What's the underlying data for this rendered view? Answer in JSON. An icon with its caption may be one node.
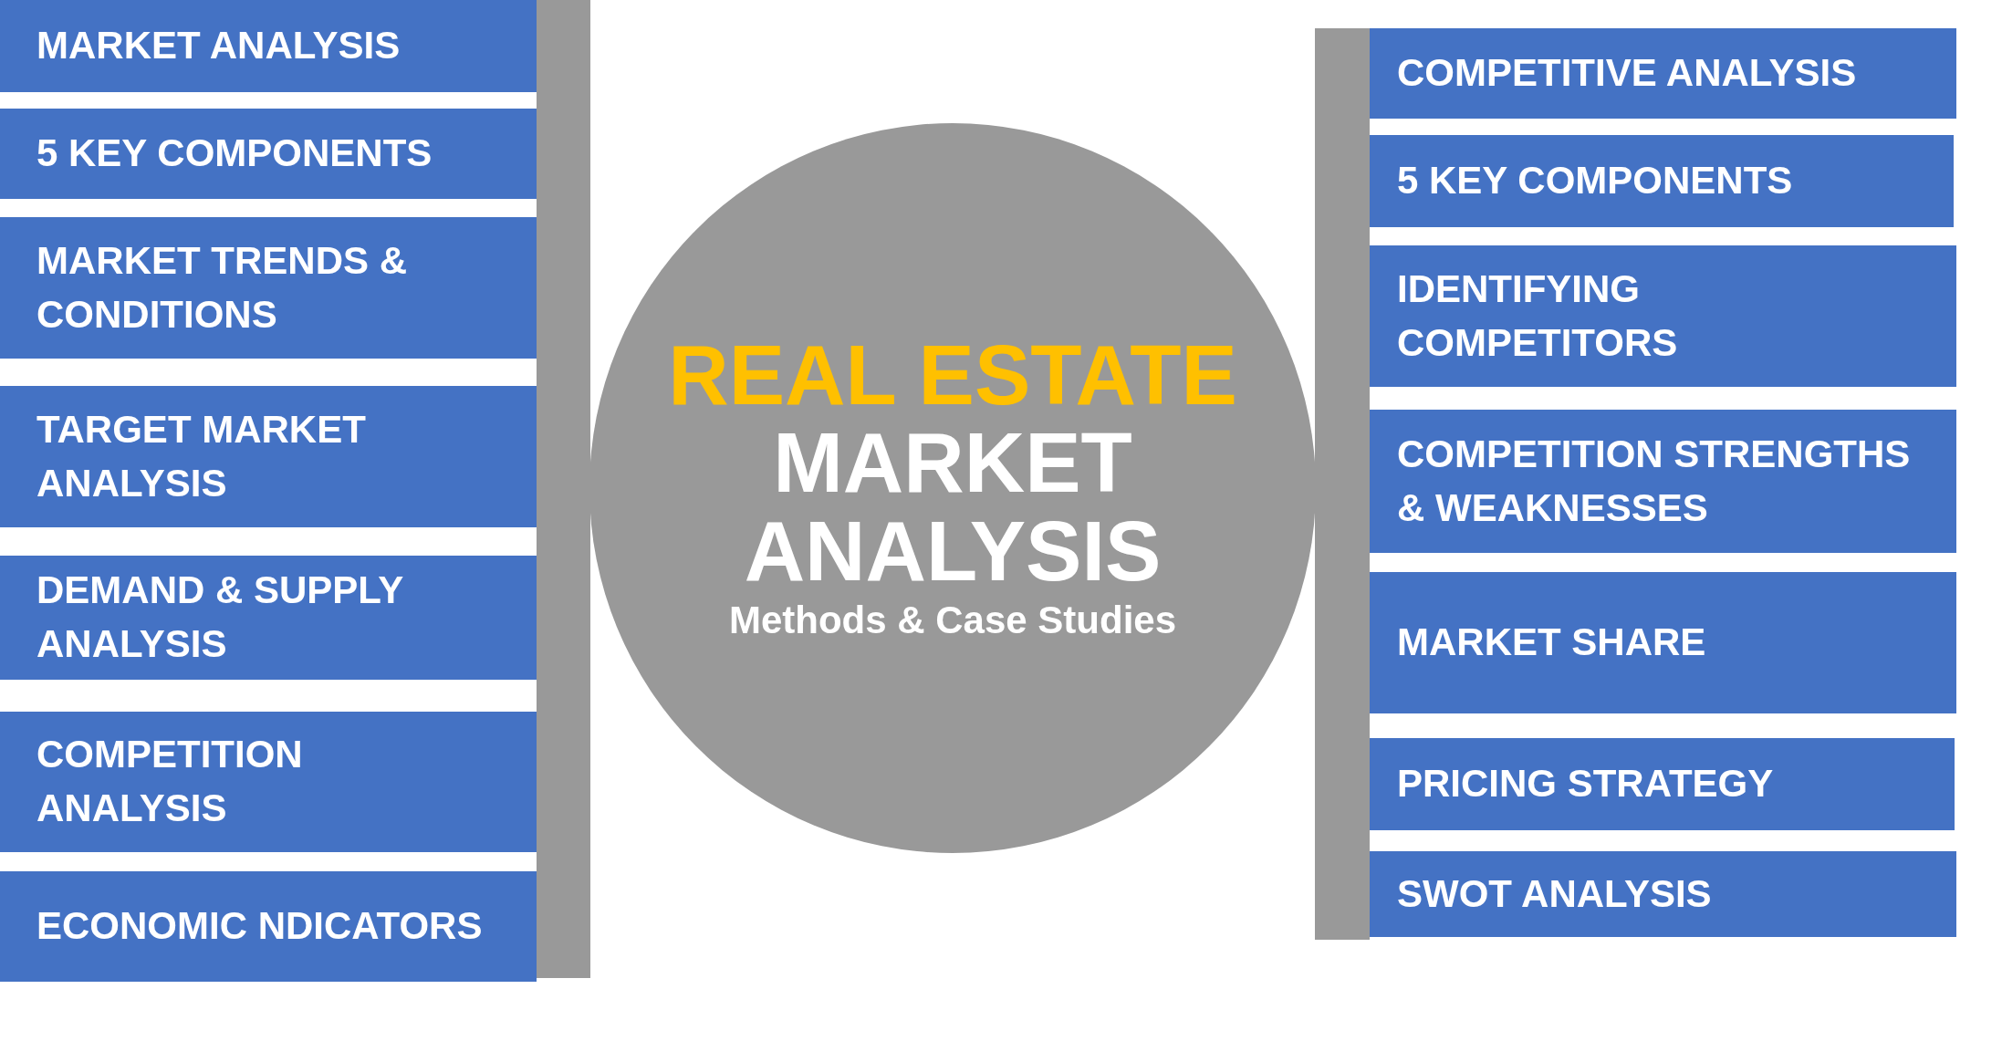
{
  "diagram": {
    "nodes": [
      {
        "text": [
          "MARKET ANALYSIS"
        ]
      },
      {
        "text": [
          "5 KEY COMPONENTS"
        ]
      },
      {
        "text": [
          "MARKET TRENDS & CONDITIONS"
        ]
      },
      {
        "text": [
          "TARGET MARKET ANALYSIS"
        ]
      },
      {
        "text": [
          "DEMAND & SUPPLY ANALYSIS"
        ]
      },
      {
        "text": [
          "COMPETITION ANALYSIS"
        ]
      },
      {
        "text": [
          "ECONOMIC NDICATORS"
        ]
      },
      {
        "text": [
          "REAL ESTATE",
          "MARKET ANALYSIS",
          "Methods & Case Studies"
        ]
      },
      {
        "text": [
          "COMPETITIVE ANALYSIS"
        ]
      },
      {
        "text": [
          "5 KEY COMPONENTS"
        ]
      },
      {
        "text": [
          "IDENTIFYING COMPETITORS"
        ]
      },
      {
        "text": [
          "COMPETITION STRENGTHS & WEAKNESSES"
        ]
      },
      {
        "text": [
          "MARKET SHARE"
        ]
      },
      {
        "text": [
          "PRICING STRATEGY"
        ]
      },
      {
        "text": [
          "SWOT ANALYSIS"
        ]
      },
      {
        "text": [],
        "shape": "bar"
      },
      {
        "text": [],
        "shape": "bar"
      }
    ],
    "edges": []
  }
}
